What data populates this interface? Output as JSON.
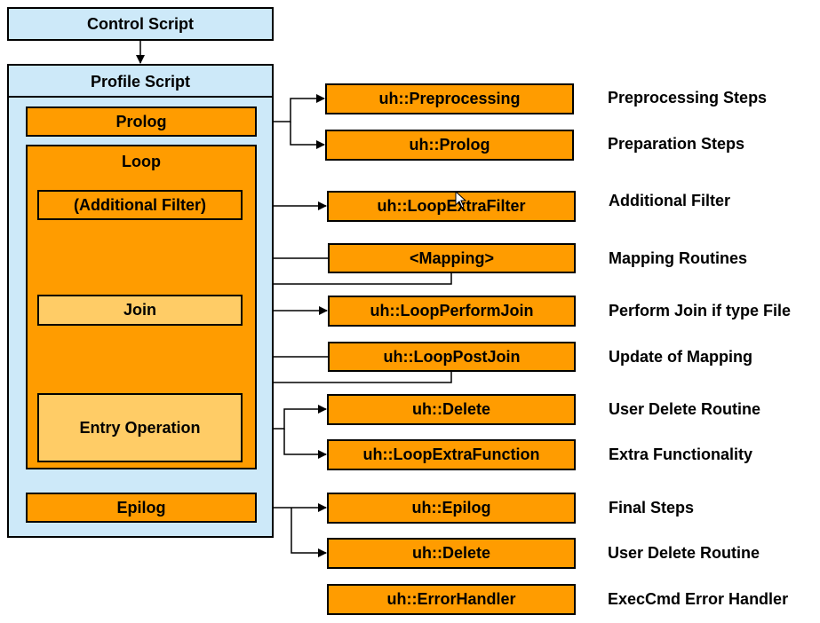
{
  "control_script": "Control Script",
  "profile_script": "Profile Script",
  "prolog": "Prolog",
  "loop": "Loop",
  "additional_filter": "(Additional Filter)",
  "join": "Join",
  "entry_operation": "Entry Operation",
  "epilog": "Epilog",
  "routines": [
    {
      "label": "uh::Preprocessing",
      "description": "Preprocessing Steps"
    },
    {
      "label": "uh::Prolog",
      "description": "Preparation Steps"
    },
    {
      "label": "uh::LoopExtraFilter",
      "description": "Additional Filter"
    },
    {
      "label": "<Mapping>",
      "description": "Mapping Routines"
    },
    {
      "label": "uh::LoopPerformJoin",
      "description": "Perform Join if type File"
    },
    {
      "label": "uh::LoopPostJoin",
      "description": "Update of Mapping"
    },
    {
      "label": "uh::Delete",
      "description": "User Delete Routine"
    },
    {
      "label": "uh::LoopExtraFunction",
      "description": "Extra Functionality"
    },
    {
      "label": "uh::Epilog",
      "description": "Final Steps"
    },
    {
      "label": "uh::Delete",
      "description": "User Delete Routine"
    },
    {
      "label": "uh::ErrorHandler",
      "description": "ExecCmd Error Handler"
    }
  ],
  "colors": {
    "script_fill": "#cde9f9",
    "step_fill": "#ff9c00",
    "operation_fill": "#ffcc66"
  }
}
